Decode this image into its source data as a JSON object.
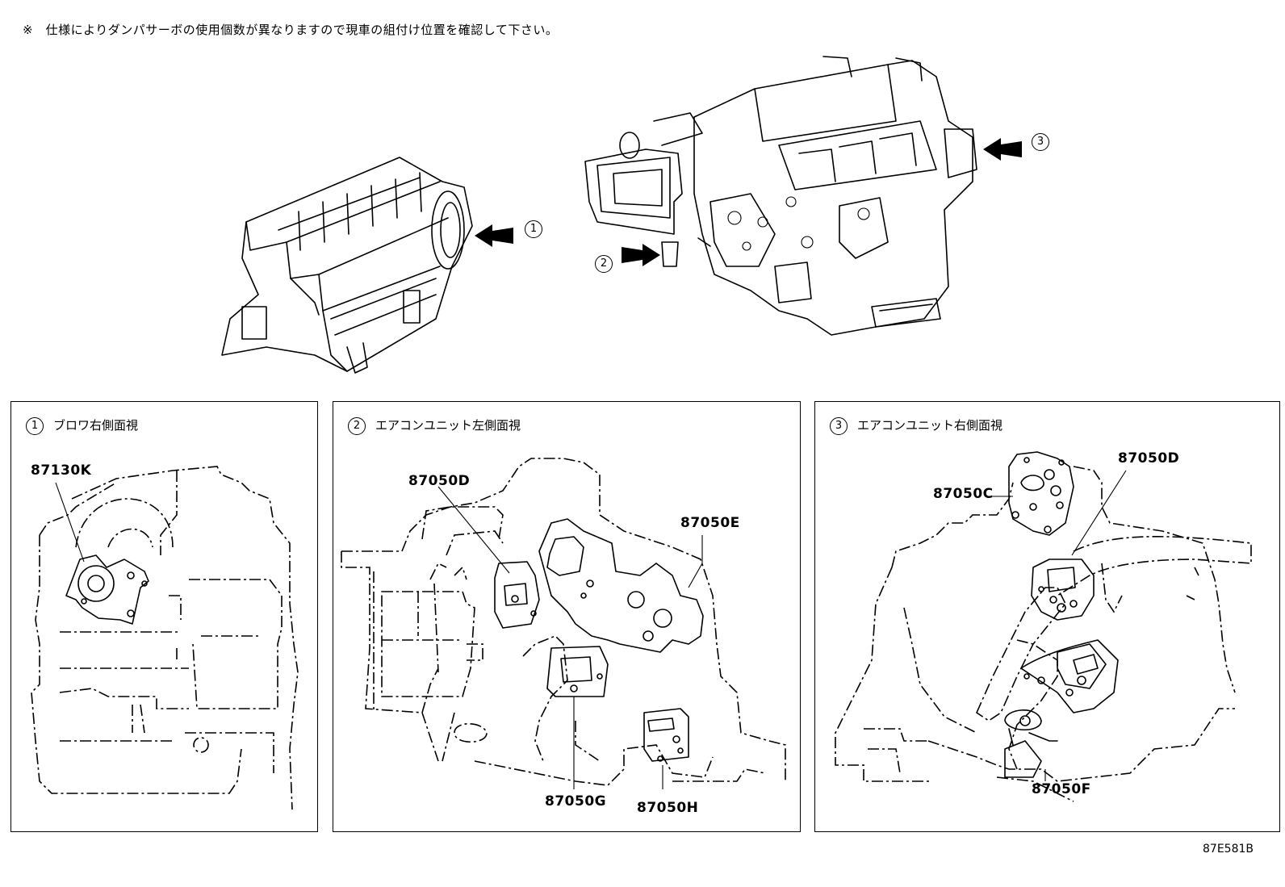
{
  "note": "※　仕様によりダンパサーボの使用個数が異なりますので現車の組付け位置を確認して下さい。",
  "views": [
    {
      "number": "1",
      "title": "ブロワ右側面視"
    },
    {
      "number": "2",
      "title": "エアコンユニット左側面視"
    },
    {
      "number": "3",
      "title": "エアコンユニット右側面視"
    }
  ],
  "callouts": [
    "1",
    "2",
    "3"
  ],
  "parts": {
    "view1": [
      "87130K"
    ],
    "view2": [
      "87050D",
      "87050E",
      "87050G",
      "87050H"
    ],
    "view3": [
      "87050D",
      "87050C",
      "87050F"
    ]
  },
  "figure_id": "87E581B"
}
